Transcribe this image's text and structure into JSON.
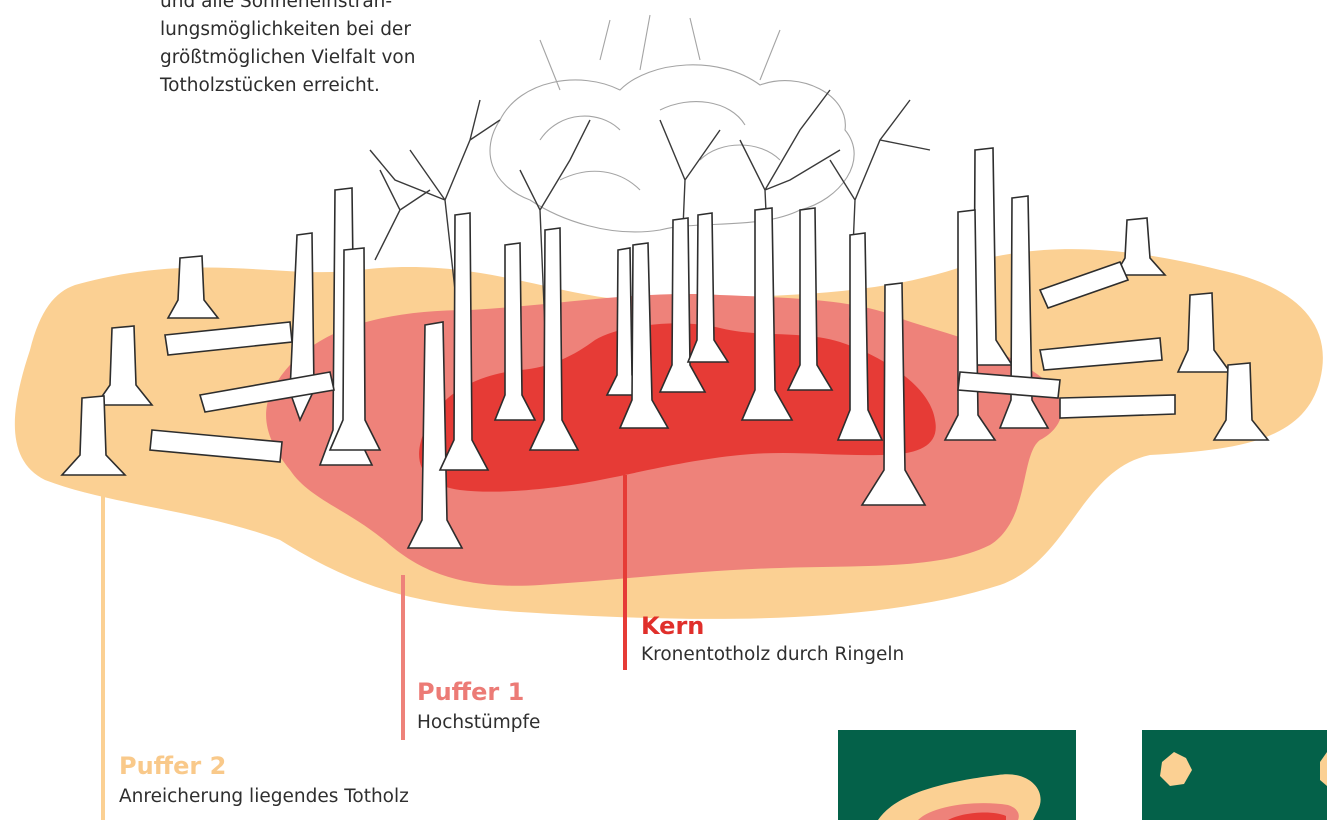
{
  "intro_text": [
    "und alle Sonneneinstrah-",
    "lungsmöglichkeiten bei der",
    "größtmöglichen Vielfalt von",
    "Totholzstücken erreicht."
  ],
  "zones": {
    "kern": {
      "title": "Kern",
      "description": "Kronentotholz durch Ringeln"
    },
    "puffer1": {
      "title": "Puffer 1",
      "description": "Hochstümpfe"
    },
    "puffer2": {
      "title": "Puffer 2",
      "description": "Anreicherung liegendes Totholz"
    }
  },
  "colors": {
    "puffer2": "#fbd093",
    "puffer1": "#ee827a",
    "kern": "#e63b36",
    "puffer2_text": "#f9c98a",
    "puffer1_text": "#ec7b76",
    "kern_text": "#e02f2b",
    "minimap_bg": "#046149"
  }
}
